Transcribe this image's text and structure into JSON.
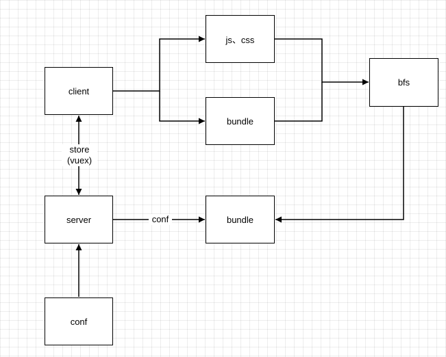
{
  "diagram": {
    "nodes": {
      "client": "client",
      "jscss": "js、css",
      "bundle_top": "bundle",
      "bfs": "bfs",
      "server": "server",
      "bundle_bottom": "bundle",
      "conf": "conf"
    },
    "edge_labels": {
      "store": "store",
      "vuex": "(vuex)",
      "conf": "conf"
    }
  },
  "colors": {
    "line": "#000000",
    "node_border": "#000000",
    "node_fill": "#ffffff"
  }
}
